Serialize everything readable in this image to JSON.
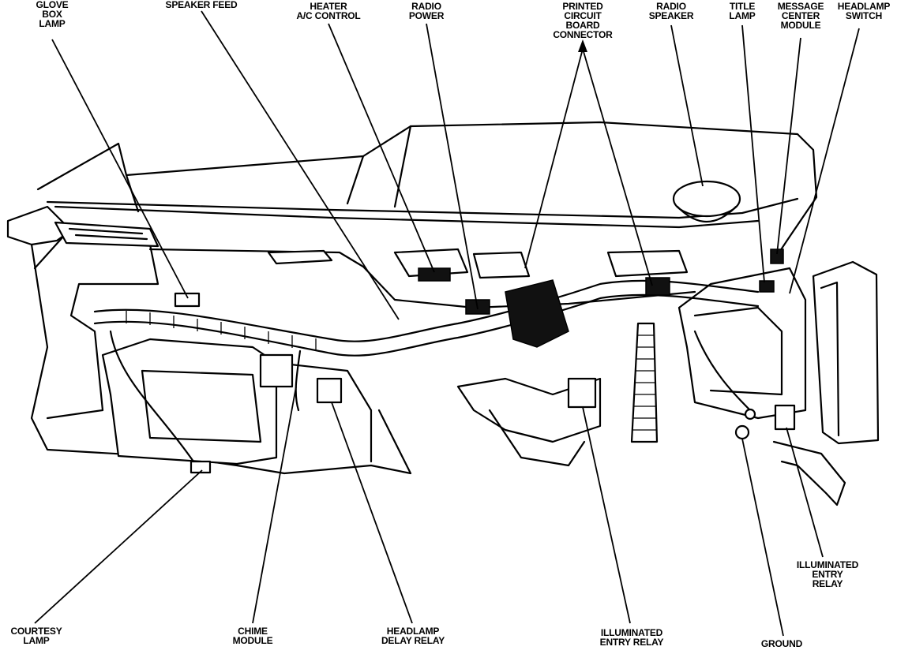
{
  "labels": {
    "glove_box_lamp": [
      "GLOVE",
      "BOX",
      "LAMP"
    ],
    "speaker_feed": [
      "SPEAKER FEED"
    ],
    "heater_ac_control": [
      "HEATER",
      "A/C CONTROL"
    ],
    "radio_power": [
      "RADIO",
      "POWER"
    ],
    "printed_circuit_board_connector": [
      "PRINTED",
      "CIRCUIT",
      "BOARD",
      "CONNECTOR"
    ],
    "radio_speaker": [
      "RADIO",
      "SPEAKER"
    ],
    "title_lamp": [
      "TITLE",
      "LAMP"
    ],
    "message_center_module": [
      "MESSAGE",
      "CENTER",
      "MODULE"
    ],
    "headlamp_switch": [
      "HEADLAMP",
      "SWITCH"
    ],
    "illuminated_entry_relay_right": [
      "ILLUMINATED",
      "ENTRY",
      "RELAY"
    ],
    "courtesy_lamp": [
      "COURTESY",
      "LAMP"
    ],
    "chime_module": [
      "CHIME",
      "MODULE"
    ],
    "headlamp_delay_relay": [
      "HEADLAMP",
      "DELAY RELAY"
    ],
    "illuminated_entry_relay_bottom": [
      "ILLUMINATED",
      "ENTRY RELAY"
    ],
    "ground": [
      "GROUND"
    ]
  }
}
